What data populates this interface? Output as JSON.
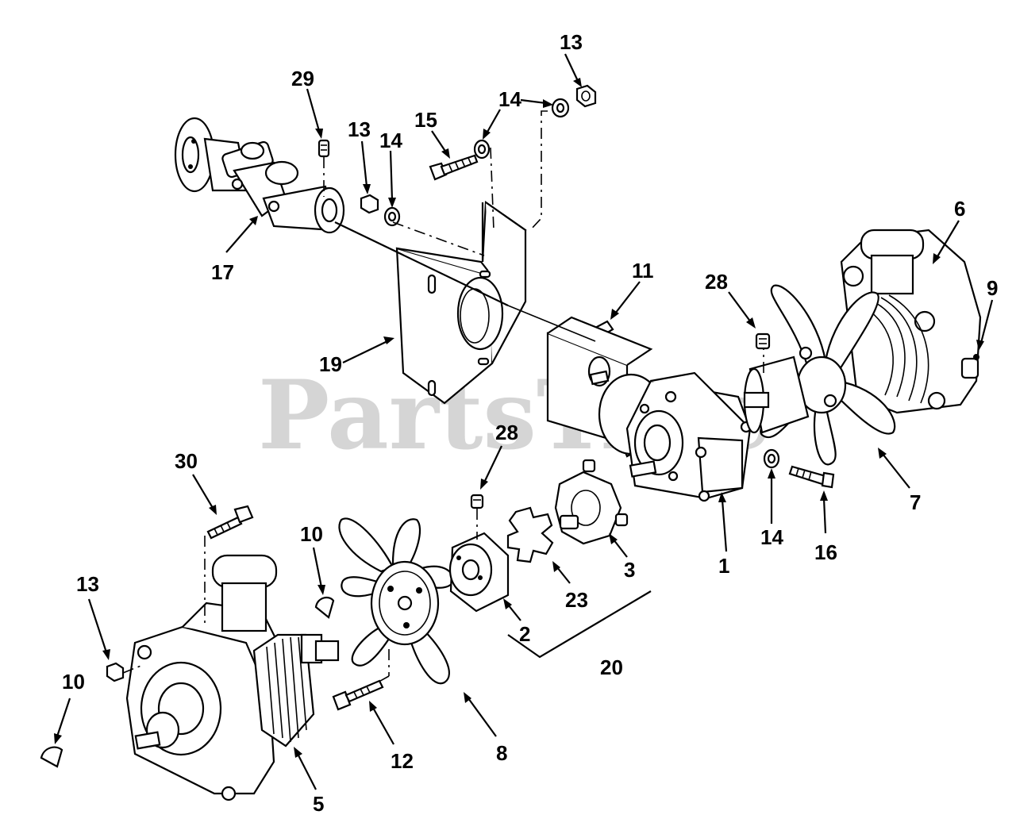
{
  "watermark": "PartsTree",
  "callouts": [
    {
      "id": "c13a",
      "label": "13"
    },
    {
      "id": "c14a",
      "label": "14"
    },
    {
      "id": "c29",
      "label": "29"
    },
    {
      "id": "c15",
      "label": "15"
    },
    {
      "id": "c14b",
      "label": "14"
    },
    {
      "id": "c13b",
      "label": "13"
    },
    {
      "id": "c14c",
      "label": "14"
    },
    {
      "id": "c17",
      "label": "17"
    },
    {
      "id": "c19",
      "label": "19"
    },
    {
      "id": "c11",
      "label": "11"
    },
    {
      "id": "c28a",
      "label": "28"
    },
    {
      "id": "c6",
      "label": "6"
    },
    {
      "id": "c9",
      "label": "9"
    },
    {
      "id": "c7",
      "label": "7"
    },
    {
      "id": "c14d",
      "label": "14"
    },
    {
      "id": "c16",
      "label": "16"
    },
    {
      "id": "c1",
      "label": "1"
    },
    {
      "id": "c28b",
      "label": "28"
    },
    {
      "id": "c3",
      "label": "3"
    },
    {
      "id": "c23",
      "label": "23"
    },
    {
      "id": "c2",
      "label": "2"
    },
    {
      "id": "c20",
      "label": "20"
    },
    {
      "id": "c30",
      "label": "30"
    },
    {
      "id": "c10a",
      "label": "10"
    },
    {
      "id": "c13c",
      "label": "13"
    },
    {
      "id": "c10b",
      "label": "10"
    },
    {
      "id": "c5",
      "label": "5"
    },
    {
      "id": "c12",
      "label": "12"
    },
    {
      "id": "c8",
      "label": "8"
    }
  ]
}
